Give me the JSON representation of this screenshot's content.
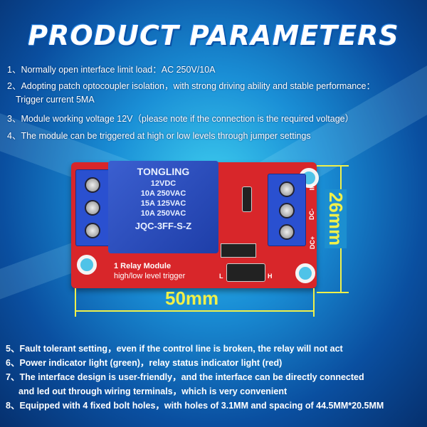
{
  "title": "PRODUCT PARAMETERS",
  "features_top": [
    "1、Normally open interface limit load：AC 250V/10A",
    "2、Adopting patch optocoupler isolation，with strong driving ability and stable performance：",
    "Trigger current 5MA",
    "3、Module working voltage 12V（please note if the connection is the required voltage）",
    "4、The module can be triggered at high or low levels through jumper settings"
  ],
  "product": {
    "relay_brand": "TONGLING",
    "relay_specs": [
      "12VDC",
      "10A 250VAC",
      "15A 125VAC",
      "10A 250VAC"
    ],
    "relay_model": "JQC-3FF-S-Z",
    "silkscreen_line1": "1 Relay   Module",
    "silkscreen_line2": "high/low  level  trigger",
    "pins": [
      "IN",
      "DC-",
      "DC+"
    ],
    "jumper_labels": [
      "L",
      "H"
    ],
    "width_label": "50mm",
    "height_label": "26mm",
    "colors": {
      "board": "#d8262a",
      "relay": "#2a4cc0",
      "dimension": "#f0f04a"
    }
  },
  "features_bottom": [
    "5、Fault tolerant setting，even if the control line is broken, the relay will not act",
    "6、Power indicator light (green)，relay status indicator light (red)",
    "7、The interface design is user-friendly，and the interface can be directly connected",
    "and led out through wiring terminals，which is very convenient",
    "8、Equipped with 4 fixed bolt holes，with holes of 3.1MM and spacing of 44.5MM*20.5MM"
  ]
}
